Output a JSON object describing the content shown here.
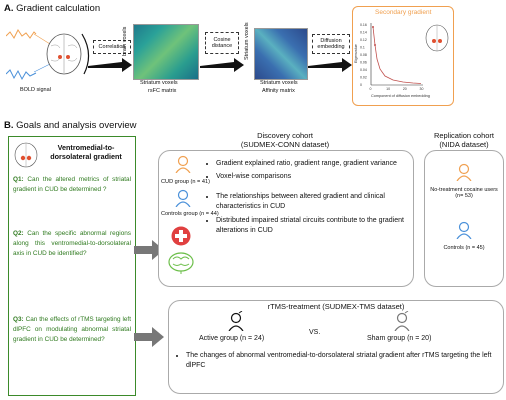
{
  "section_a": {
    "letter": "A.",
    "title": "Gradient calculation",
    "bold_label": "BOLD signal",
    "correlation_label": "Correlation",
    "brain_voxels_label": "brain voxels",
    "striatum_voxels_x": "Striatum voxels",
    "rsfc_label": "rsFC matrix",
    "cosine_label": "Cosine distance",
    "striatum_voxels_y": "Striatum voxels",
    "striatum_voxels_x2": "Striatum voxels",
    "affinity_label": "Affinity matrix",
    "diffusion_label": "Diffusion embedding",
    "secondary_gradient": "Secondary gradient",
    "plot_ylabel": "Eigenvalue",
    "plot_xlabel": "Component of diffusion embedding",
    "plot_yticks": [
      "0.16",
      "0.14",
      "0.12",
      "0.1",
      "0.08",
      "0.06",
      "0.04",
      "0.02",
      "0"
    ],
    "plot_xticks": [
      "0",
      "10",
      "20",
      "30"
    ],
    "accent_color": "#f0a050"
  },
  "section_b": {
    "letter": "B.",
    "title": "Goals and analysis overview",
    "left_title": "Ventromedial-to-dorsolateral gradient",
    "q1_label": "Q1:",
    "q1_text": "Can the altered metrics of striatal gradient in CUD be determined ?",
    "q2_label": "Q2:",
    "q2_text": "Can the specific abnormal regions along this ventromedial-to-dorsolateral axis in CUD be identified?",
    "q3_label": "Q3:",
    "q3_text": "Can the effects of rTMS targeting left dlPFC on modulating abnormal striatal gradient in CUD be determined?",
    "discovery_title": "Discovery cohort",
    "discovery_sub": "(SUDMEX-CONN dataset)",
    "cud_group": "CUD group (n = 41)",
    "controls_group": "Controls group (n = 44)",
    "discovery_bullets": [
      "Gradient explained ratio, gradient range, gradient variance",
      "Voxel-wise comparisons",
      "The relationships between altered gradient and clinical characteristics in CUD",
      "Distributed impaired striatal circuits contribute to the gradient alterations in CUD"
    ],
    "replication_title": "Replication cohort",
    "replication_sub": "(NIDA dataset)",
    "no_treatment": "No-treatment cocaine users (n= 53)",
    "controls_45": "Controls (n = 45)",
    "rtms_title": "rTMS-treatment (SUDMEX-TMS dataset)",
    "active_group": "Active group  (n = 24)",
    "vs": "VS.",
    "sham_group": "Sham group (n = 20)",
    "rtms_bullet": "The changes of abnormal ventromedial-to-dorsolateral striatal gradient after rTMS targeting the left dlPFC"
  },
  "colors": {
    "green_border": "#3b8a2a",
    "orange_person": "#f0a050",
    "blue_person": "#4a90d9",
    "red_cross": "#e04040",
    "brain_green": "#6dbf4b",
    "arrow_gray": "#777777"
  }
}
